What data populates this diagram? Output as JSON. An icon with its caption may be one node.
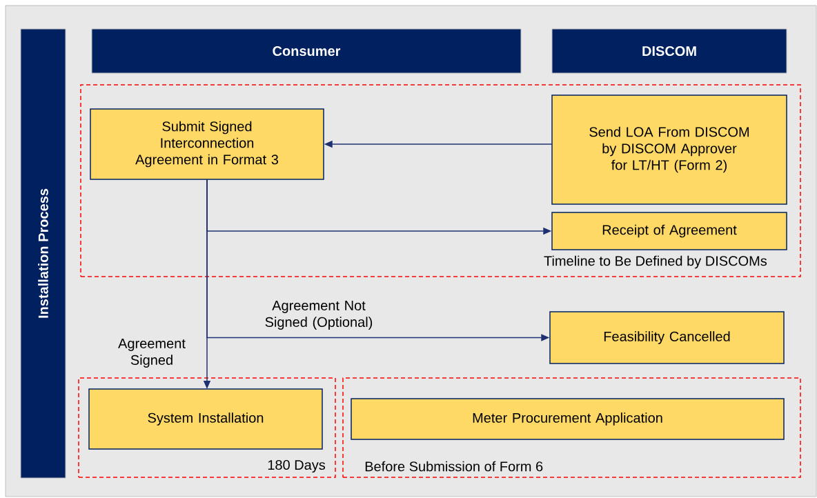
{
  "diagram": {
    "nodes": [
      {
        "text": [
          "Installation Process"
        ]
      },
      {
        "text": [
          "Consumer"
        ]
      },
      {
        "text": [
          "DISCOM"
        ]
      },
      {
        "text": [
          "Timeline to Be Defined by DISCOMs"
        ]
      },
      {
        "text": [
          "Submit Signed Interconnection Agreement in Format 3"
        ],
        "in": 3
      },
      {
        "text": [
          "Send LOA From DISCOM by DISCOM Approver for LT/HT (Form 2)"
        ],
        "in": 3
      },
      {
        "text": [
          "Receipt of Agreement"
        ],
        "in": 3
      },
      {
        "text": [
          "Feasibility Cancelled"
        ]
      },
      {
        "text": [
          "180 Days"
        ]
      },
      {
        "text": [
          "System Installation"
        ],
        "in": 8
      },
      {
        "text": [
          "Before Submission of Form 6"
        ]
      },
      {
        "text": [
          "Meter Procurement Application"
        ],
        "in": 10
      }
    ],
    "edges": [
      {
        "from": 5,
        "to": 4,
        "arrow": "to"
      },
      {
        "from": 4,
        "to": 6,
        "arrow": "to"
      },
      {
        "from": 4,
        "to": 7,
        "arrow": "to",
        "label": "Agreement Not Signed (Optional)"
      },
      {
        "from": 4,
        "to": 9,
        "arrow": "to",
        "label": "Agreement Signed"
      }
    ]
  }
}
